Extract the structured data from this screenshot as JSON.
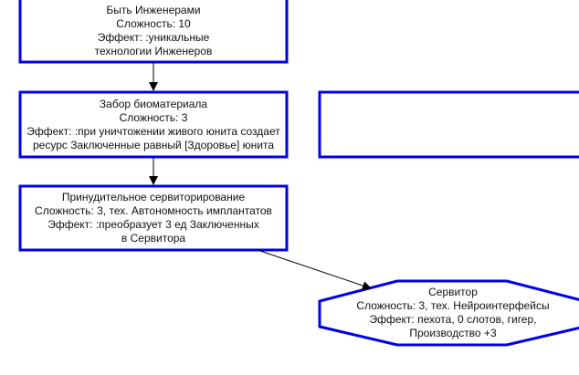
{
  "colors": {
    "border": "#0000ee",
    "arrow": "#000000"
  },
  "nodes": [
    {
      "title": "Быть Инженерами",
      "complexity": "Сложность: 10",
      "effect1": "Эффект: :уникальные",
      "effect2": "технологии Инженеров"
    },
    {
      "title": "Забор биоматериала",
      "complexity": "Сложность: 3",
      "effect1": "Эффект: :при уничтожении живого юнита создает",
      "effect2": "ресурс Заключенные равный [Здоровье] юнита"
    },
    {
      "title": "Принудительное сервиторирование",
      "complexity": "Сложность: 3, тех. Автономность имплантатов",
      "effect1": "Эффект: :преобразует 3 ед Заключенных",
      "effect2": "в Сервитора"
    },
    {
      "title": "Сервитор",
      "complexity": "Сложность: 3, тех. Нейроинтерфейсы",
      "effect1": "Эффект: пехота, 0 слотов, гигер,",
      "effect2": "Производство +3"
    }
  ]
}
